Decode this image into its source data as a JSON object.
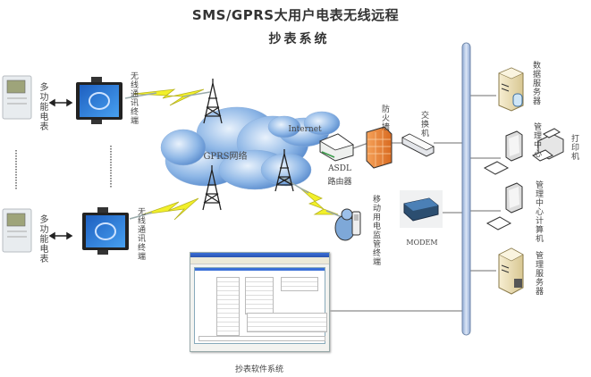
{
  "title": {
    "line1": "SMS/GPRS大用户电表无线远程",
    "line2": "抄表系统"
  },
  "left_side": {
    "meter_top_label": "多功能电表",
    "meter_bottom_label": "多功能电表",
    "terminal_top_label": "无线通讯终端",
    "terminal_bottom_label": "无线通讯终端"
  },
  "network": {
    "gprs_label": "GPRS网络",
    "internet_label": "Internet",
    "router_label_line1": "ASDL",
    "router_label_line2": "路由器",
    "firewall_label": "防火墙",
    "switch_label": "交换机",
    "mobile_terminal_label": "移动用电监管终端",
    "modem_label": "MODEM"
  },
  "right_side": {
    "data_server_label": "数据服务器",
    "management_center_label": "管理中心",
    "printer_label": "打印机",
    "management_computer_label": "管理中心计算机",
    "management_server_label": "管理服务器"
  },
  "software": {
    "caption": "抄表软件系统"
  },
  "colors": {
    "bus": "#b9cdea",
    "bus_border": "#6f86a8",
    "lightning": "#f2f02a",
    "cloud": "#6f9fd8",
    "firewall": "#f08a3a",
    "terminal_screen": "#2a78d8",
    "link_line": "#8a8a8a"
  }
}
